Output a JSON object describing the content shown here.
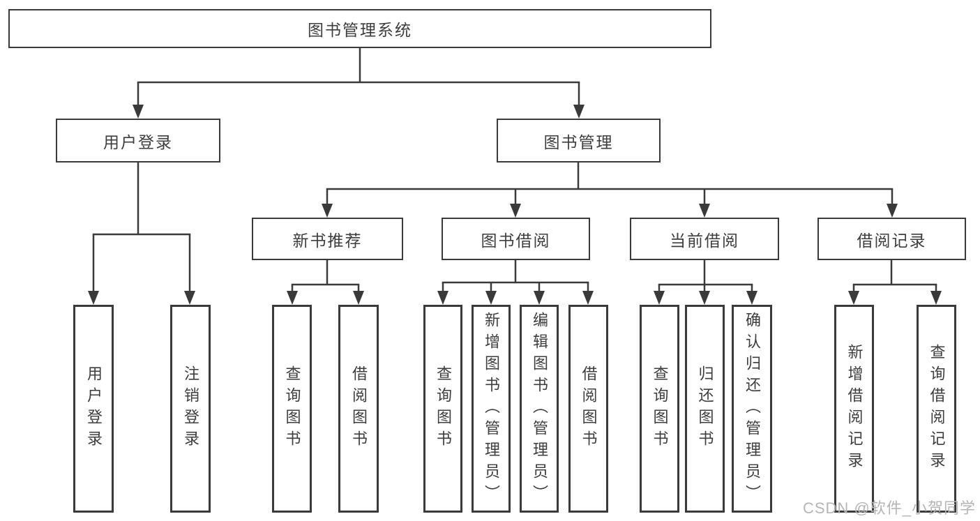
{
  "tree": {
    "label": "图书管理系统",
    "children": [
      {
        "label": "用户登录",
        "children": [
          {
            "label": "用户登录"
          },
          {
            "label": "注销登录"
          }
        ]
      },
      {
        "label": "图书管理",
        "children": [
          {
            "label": "新书推荐",
            "children": [
              {
                "label": "查询图书"
              },
              {
                "label": "借阅图书"
              }
            ]
          },
          {
            "label": "图书借阅",
            "children": [
              {
                "label": "查询图书"
              },
              {
                "label": "新增图书（管理员）"
              },
              {
                "label": "编辑图书（管理员）"
              },
              {
                "label": "借阅图书"
              }
            ]
          },
          {
            "label": "当前借阅",
            "children": [
              {
                "label": "查询图书"
              },
              {
                "label": "归还图书"
              },
              {
                "label": "确认归还（管理员）"
              }
            ]
          },
          {
            "label": "借阅记录",
            "children": [
              {
                "label": "新增借阅记录"
              },
              {
                "label": "查询借阅记录"
              }
            ]
          }
        ]
      }
    ]
  },
  "watermark": "CSDN @软件_小贺同学",
  "colors": {
    "line": "#3a3a3a",
    "text": "#3d3d3d",
    "watermark": "#b5b5b5",
    "background": "#ffffff"
  }
}
